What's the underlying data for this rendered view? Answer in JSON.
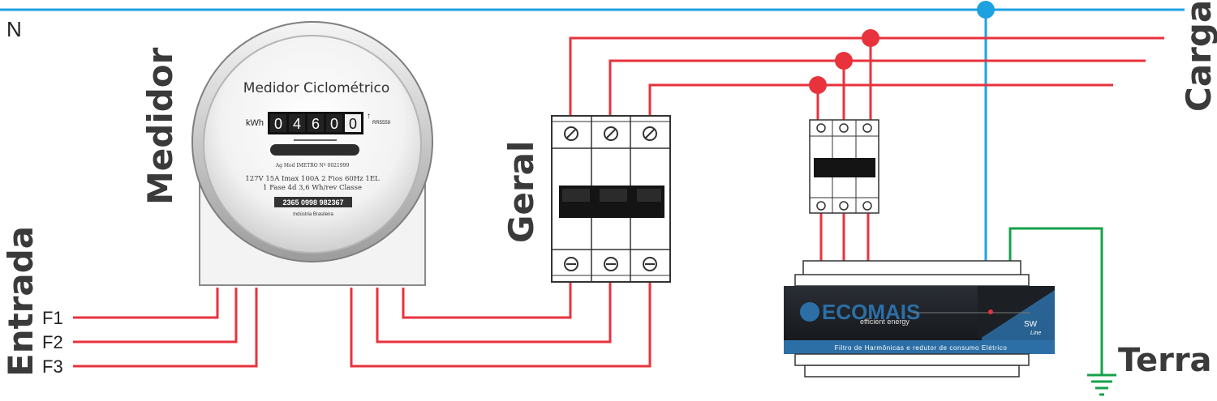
{
  "labels": {
    "neutral": "N",
    "entrada": "Entrada",
    "medidor": "Medidor",
    "geral": "Geral",
    "carga": "Carga",
    "terra": "Terra",
    "phases": [
      "F1",
      "F2",
      "F3"
    ]
  },
  "meter": {
    "title": "Medidor Ciclométrico",
    "unit": "kWh",
    "digits": [
      "0",
      "4",
      "6",
      "0",
      "0"
    ],
    "model_code": "RR5559",
    "approval": "Ag Mod IMETRO Nº 0021999",
    "spec_line1": "127V 15A Imax 100A 2 Fios 60Hz 1EL",
    "spec_line2": "1 Fase 4d 3,6 Wh/rev Classe",
    "serial": "2365 0998 982367",
    "made_in": "Indústria Brasileira"
  },
  "device": {
    "brand": "ECOMAIS",
    "tagline": "efficient energy",
    "model": "SW",
    "model_sub": "Line",
    "caption": "Filtro de Harmônicas e redutor de consumo Elétrico"
  },
  "colors": {
    "phase_wire": "#e8323c",
    "neutral_wire": "#1da1e0",
    "ground_wire": "#16a04a",
    "device_body": "#1c1f24",
    "device_accent": "#2c6fa6"
  }
}
